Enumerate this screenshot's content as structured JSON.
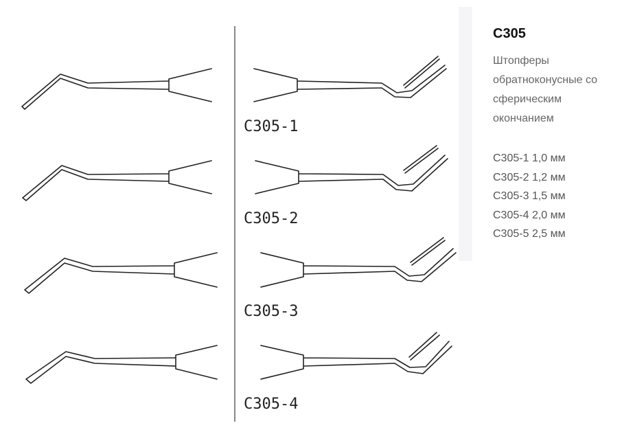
{
  "product": {
    "code": "С305",
    "description": "Штопферы обратноконусные со сферическим окончанием"
  },
  "variants": [
    {
      "code": "С305-1",
      "label": "C305-1",
      "size": "1,0 мм"
    },
    {
      "code": "С305-2",
      "label": "C305-2",
      "size": "1,2 мм"
    },
    {
      "code": "С305-3",
      "label": "C305-3",
      "size": "1,5 мм"
    },
    {
      "code": "С305-4",
      "label": "C305-4",
      "size": "2,0 мм"
    },
    {
      "code": "С305-5",
      "label": null,
      "size": "2,5 мм"
    }
  ],
  "colors": {
    "line": "#222222",
    "divider": "#888888",
    "title": "#111111",
    "text": "#666666"
  }
}
